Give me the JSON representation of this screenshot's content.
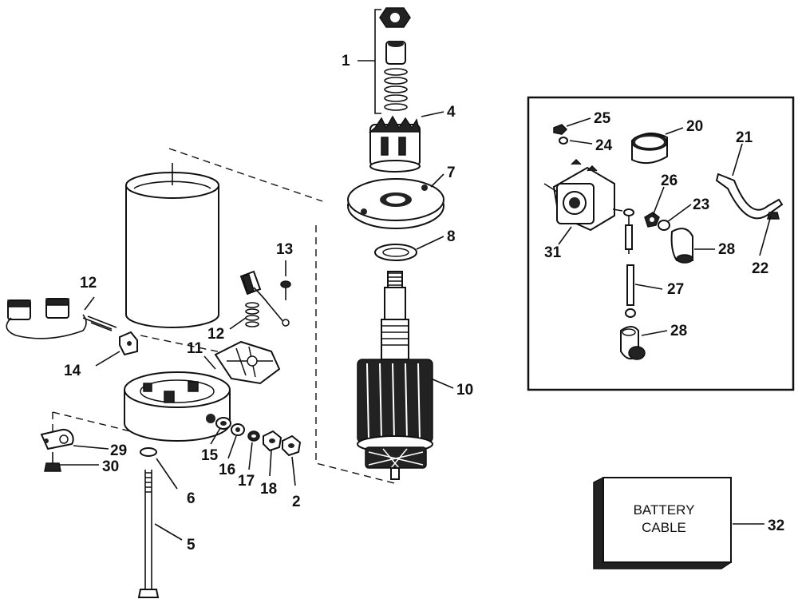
{
  "labels": {
    "l1": "1",
    "l4": "4",
    "l7": "7",
    "l8": "8",
    "l10": "10",
    "l13": "13",
    "l12a": "12",
    "l12b": "12",
    "l11": "11",
    "l14": "14",
    "l15": "15",
    "l16": "16",
    "l17": "17",
    "l18": "18",
    "l2": "2",
    "l29": "29",
    "l30": "30",
    "l6": "6",
    "l5": "5",
    "l25": "25",
    "l24": "24",
    "l20": "20",
    "l21": "21",
    "l26": "26",
    "l23": "23",
    "l31": "31",
    "l28a": "28",
    "l22": "22",
    "l27": "27",
    "l28b": "28",
    "l32": "32"
  },
  "battery_box": {
    "line1": "BATTERY",
    "line2": "CABLE"
  }
}
